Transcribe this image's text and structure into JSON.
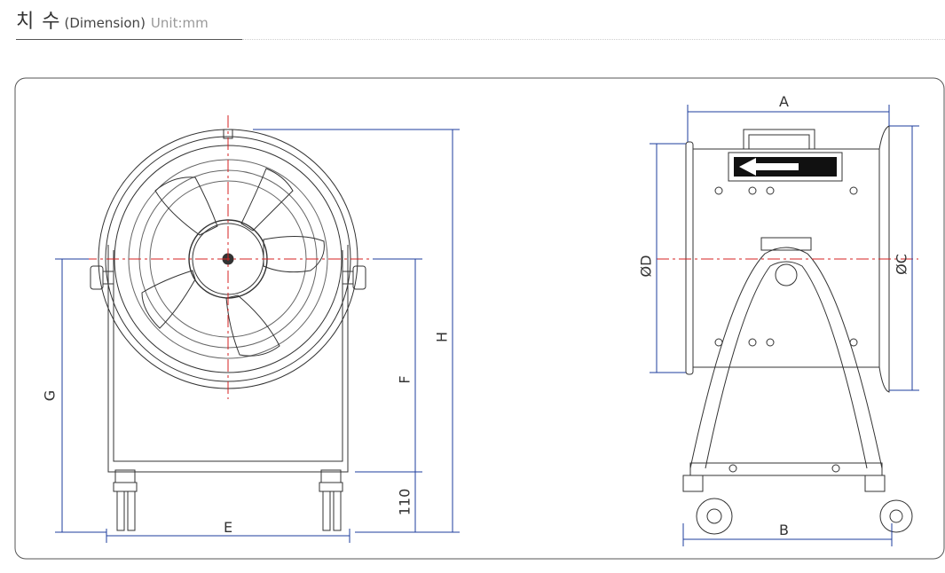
{
  "header": {
    "title_kr": "치 수",
    "title_en": "(Dimension)",
    "unit": "Unit:mm"
  },
  "drawing": {
    "front_labels": {
      "E": "E",
      "G": "G",
      "F": "F",
      "H": "H",
      "wheel_height": "110"
    },
    "side_labels": {
      "A": "A",
      "B": "B",
      "D": "ØD",
      "C": "ØC"
    },
    "colors": {
      "dimension": "#1e3c9c",
      "centerline": "#d42020",
      "outline": "#333333"
    }
  }
}
